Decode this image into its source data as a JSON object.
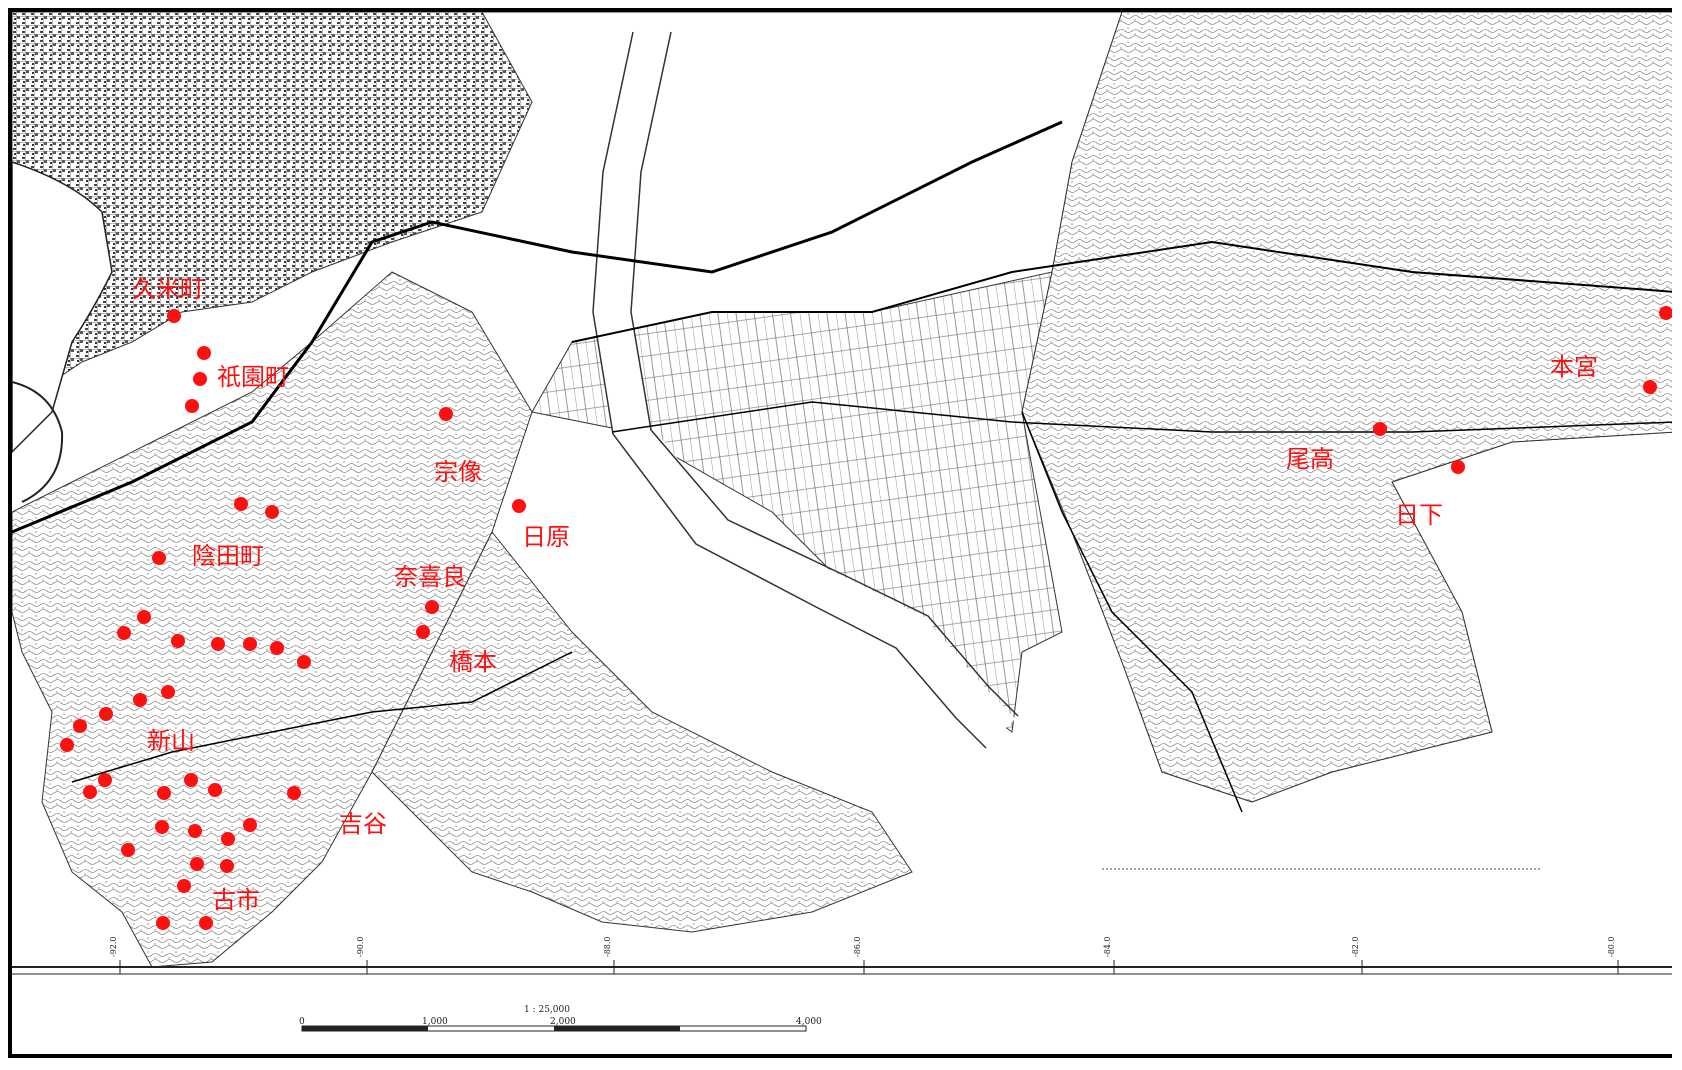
{
  "map": {
    "scale_ratio": "1 : 25,000",
    "scale_bar_labels": [
      "0",
      "1,000",
      "2,000",
      "4,000"
    ],
    "grid_ticks": [
      "-92.0",
      "-90.0",
      "-88.0",
      "-86.0",
      "-84.0",
      "-82.0",
      "-80.0"
    ],
    "colors": {
      "marker": "#ff1010",
      "label": "#ff1010",
      "ink": "#222222"
    },
    "places": [
      {
        "id": "kumecho",
        "name": "久米町"
      },
      {
        "id": "gionmachi",
        "name": "祇園町"
      },
      {
        "id": "munakata",
        "name": "宗像"
      },
      {
        "id": "hihara",
        "name": "日原"
      },
      {
        "id": "kageta",
        "name": "陰田町"
      },
      {
        "id": "nakira",
        "name": "奈喜良"
      },
      {
        "id": "hashimoto",
        "name": "橋本"
      },
      {
        "id": "shinyama",
        "name": "新山"
      },
      {
        "id": "yoshitani",
        "name": "吉谷"
      },
      {
        "id": "furuichi",
        "name": "古市"
      },
      {
        "id": "hongu",
        "name": "本宮"
      },
      {
        "id": "odaka",
        "name": "尾高"
      },
      {
        "id": "kusaka",
        "name": "日下"
      }
    ]
  }
}
